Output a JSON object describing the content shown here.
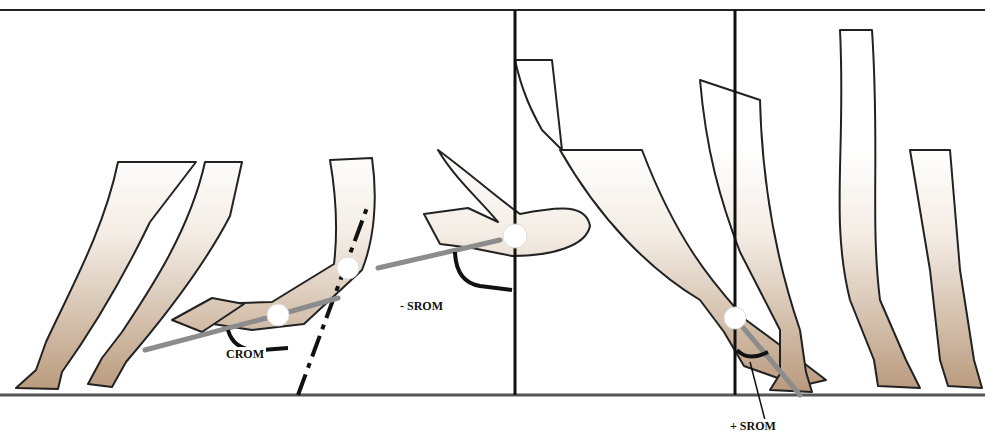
{
  "diagram": {
    "labels": [
      "CROM",
      "- SROM",
      "+ SROM"
    ]
  }
}
